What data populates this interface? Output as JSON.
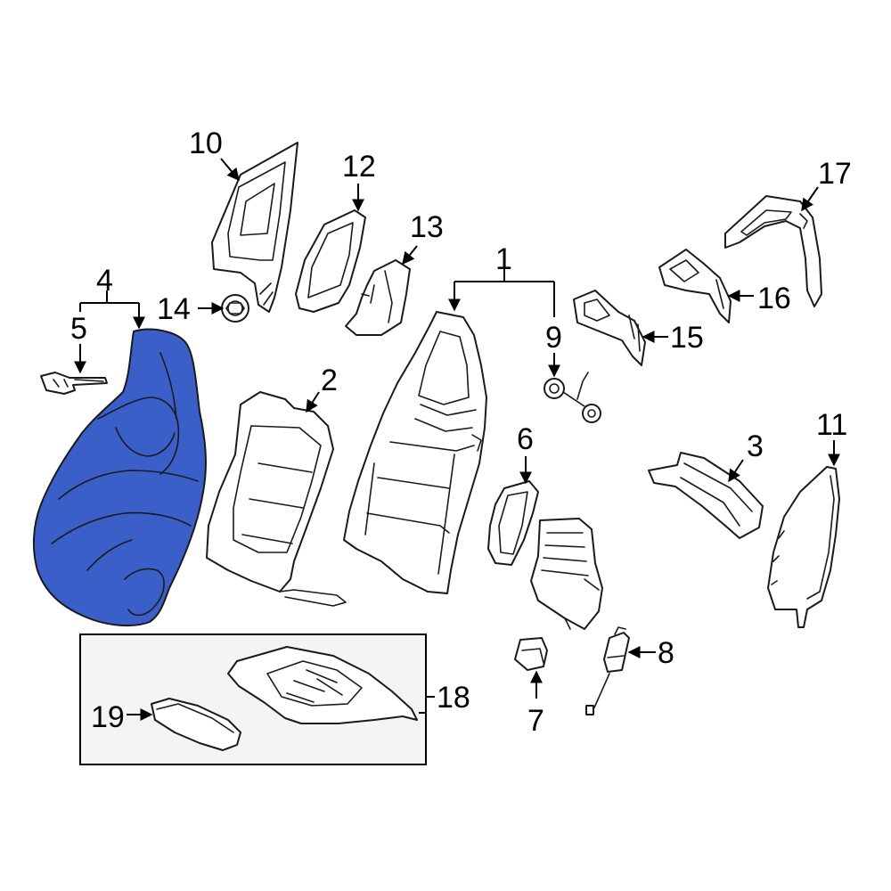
{
  "diagram": {
    "highlight_color": "#3a5fc8",
    "inset_fill": "#f4f4f4",
    "callouts": {
      "c1": "1",
      "c2": "2",
      "c3": "3",
      "c4": "4",
      "c5": "5",
      "c6": "6",
      "c7": "7",
      "c8": "8",
      "c9": "9",
      "c10": "10",
      "c11": "11",
      "c12": "12",
      "c13": "13",
      "c14": "14",
      "c15": "15",
      "c16": "16",
      "c17": "17",
      "c18": "18",
      "c19": "19"
    }
  }
}
